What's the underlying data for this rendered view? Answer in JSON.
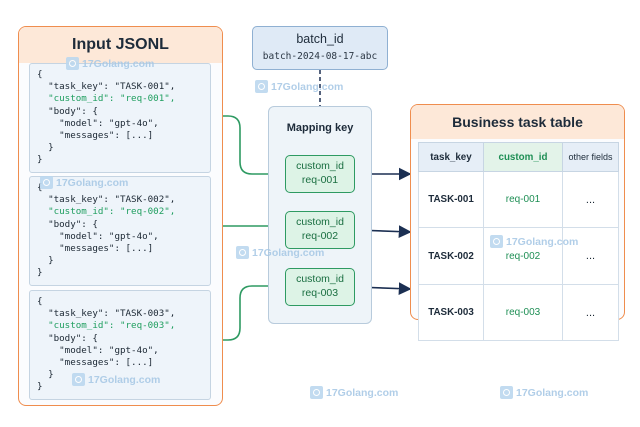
{
  "input": {
    "title": "Input JSONL",
    "records": [
      {
        "open": "{",
        "task_key_line": "  \"task_key\": \"TASK-001\",",
        "custom_id_line": "  \"custom_id\": \"req-001\",",
        "body_open": "  \"body\": {",
        "model_line": "    \"model\": \"gpt-4o\",",
        "messages_line": "    \"messages\": [...]",
        "body_close": "  }",
        "close": "}"
      },
      {
        "open": "{",
        "task_key_line": "  \"task_key\": \"TASK-002\",",
        "custom_id_line": "  \"custom_id\": \"req-002\",",
        "body_open": "  \"body\": {",
        "model_line": "    \"model\": \"gpt-4o\",",
        "messages_line": "    \"messages\": [...]",
        "body_close": "  }",
        "close": "}"
      },
      {
        "open": "{",
        "task_key_line": "  \"task_key\": \"TASK-003\",",
        "custom_id_line": "  \"custom_id\": \"req-003\",",
        "body_open": "  \"body\": {",
        "model_line": "    \"model\": \"gpt-4o\",",
        "messages_line": "    \"messages\": [...]",
        "body_close": "  }",
        "close": "}"
      }
    ]
  },
  "batch": {
    "title": "batch_id",
    "value": "batch-2024-08-17-abc"
  },
  "mapping": {
    "title": "Mapping key",
    "keys": [
      {
        "label": "custom_id",
        "value": "req-001"
      },
      {
        "label": "custom_id",
        "value": "req-002"
      },
      {
        "label": "custom_id",
        "value": "req-003"
      }
    ]
  },
  "table": {
    "title": "Business task table",
    "headers": [
      "task_key",
      "custom_id",
      "other fields"
    ],
    "rows": [
      [
        "TASK-001",
        "req-001",
        "..."
      ],
      [
        "TASK-002",
        "req-002",
        "..."
      ],
      [
        "TASK-003",
        "req-003",
        "..."
      ]
    ]
  },
  "watermark": "17Golang.com",
  "colors": {
    "accent_orange": "#ef8d4e",
    "green": "#2e9a62",
    "navy": "#1b2f52"
  }
}
